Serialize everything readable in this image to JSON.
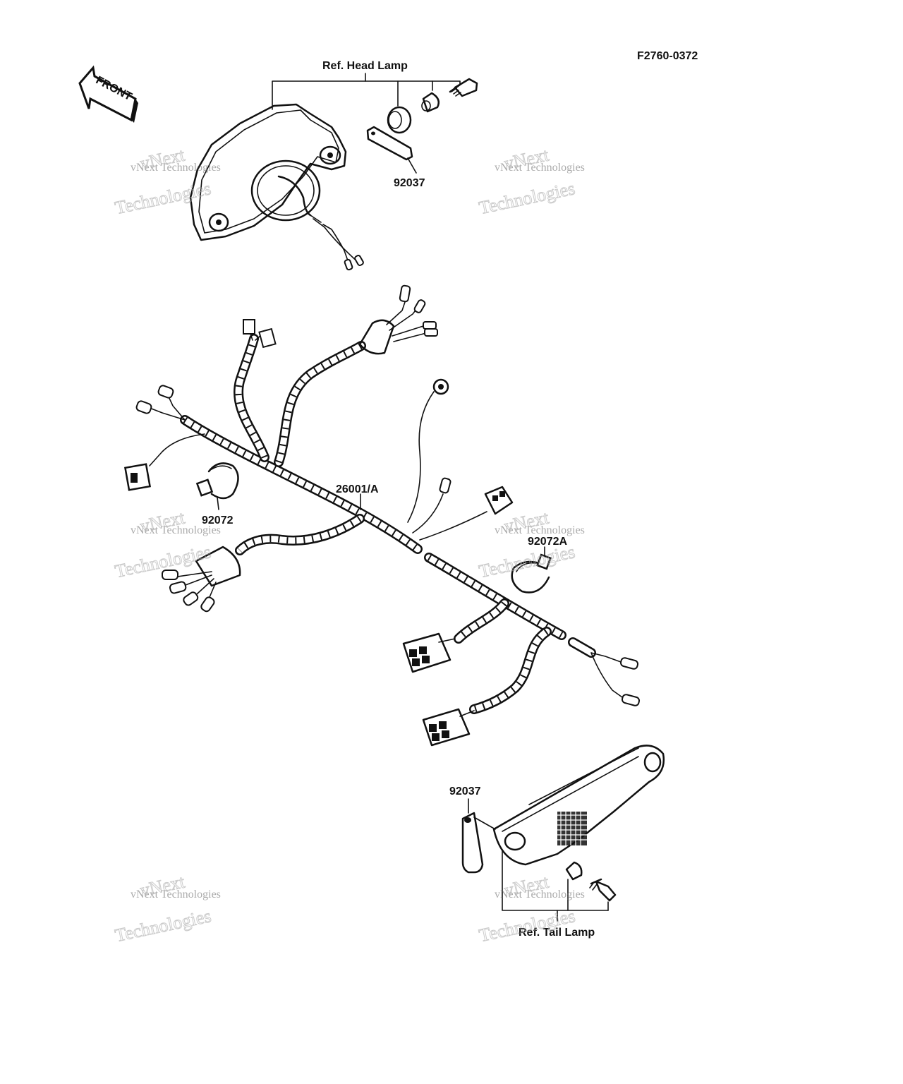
{
  "diagram_code": "F2760-0372",
  "front_label": "FRONT",
  "labels": {
    "head_lamp_ref": "Ref. Head Lamp",
    "tail_lamp_ref": "Ref. Tail Lamp"
  },
  "parts": {
    "bracket_top": "92037",
    "harness": "26001/A",
    "band_left": "92072",
    "band_right": "92072A",
    "bracket_bottom": "92037"
  },
  "watermark": {
    "line1": "vNext Technologies",
    "line2": "vNext",
    "line3": "Technologies"
  }
}
